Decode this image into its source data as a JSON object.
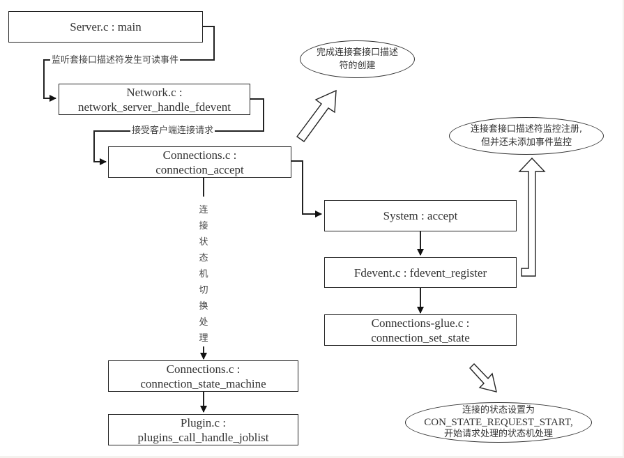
{
  "diagram": {
    "nodes": {
      "server_main": {
        "line1": "Server.c : main"
      },
      "network_handle": {
        "line1": "Network.c :",
        "line2": "network_server_handle_fdevent"
      },
      "connection_accept": {
        "line1": "Connections.c :",
        "line2": "connection_accept"
      },
      "system_accept": {
        "line1": "System : accept"
      },
      "fdevent_register": {
        "line1": "Fdevent.c : fdevent_register"
      },
      "connection_set_state": {
        "line1": "Connections-glue.c :",
        "line2": "connection_set_state"
      },
      "connection_state_machine": {
        "line1": "Connections.c :",
        "line2": "connection_state_machine"
      },
      "plugins_joblist": {
        "line1": "Plugin.c :",
        "line2": "plugins_call_handle_joblist"
      }
    },
    "edge_labels": {
      "server_to_network": "监听套接口描述符发生可读事件",
      "network_to_accept": "接受客户端连接请求",
      "accept_to_state_machine": [
        "连",
        "接",
        "状",
        "态",
        "机",
        "切",
        "换",
        "处",
        "理"
      ]
    },
    "notes": {
      "socket_created": {
        "line1": "完成连接套接口描述",
        "line2": "符的创建"
      },
      "fd_registered": {
        "line1": "连接套接口描述符监控注册,",
        "line2": "但并还未添加事件监控"
      },
      "state_set": {
        "line1": "连接的状态设置为",
        "line2": "CON_STATE_REQUEST_START,",
        "line3": "开始请求处理的状态机处理"
      }
    }
  }
}
